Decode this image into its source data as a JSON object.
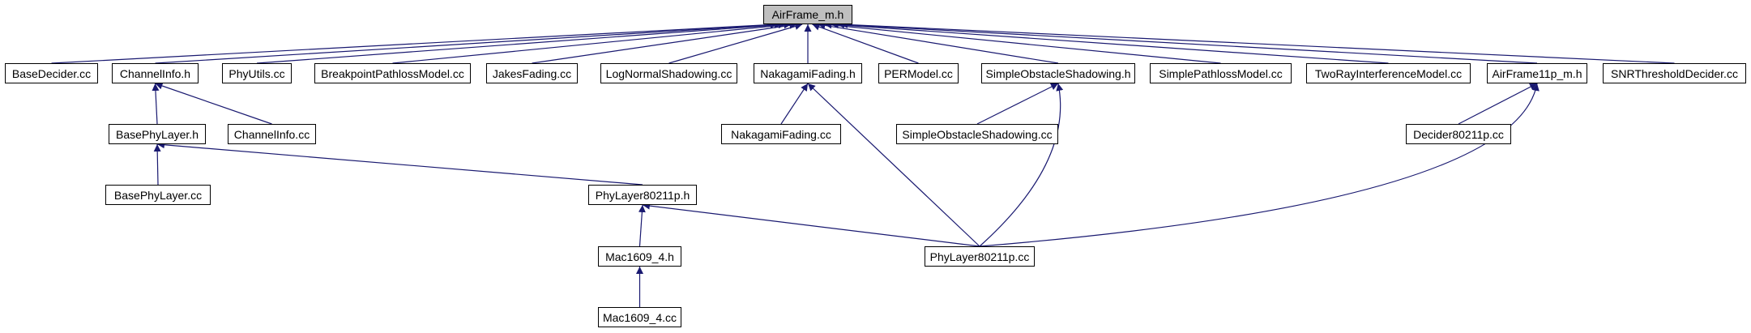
{
  "colors": {
    "edge": "#191970",
    "root_fill": "#bfbfbf",
    "node_fill": "#ffffff",
    "border": "#000000"
  },
  "nodes": [
    {
      "id": "airframe_m_h",
      "label": "AirFrame_m.h",
      "root": true
    },
    {
      "id": "basedecider_cc",
      "label": "BaseDecider.cc"
    },
    {
      "id": "channelinfo_h",
      "label": "ChannelInfo.h"
    },
    {
      "id": "phyutils_cc",
      "label": "PhyUtils.cc"
    },
    {
      "id": "breakpointpathlossmodel_cc",
      "label": "BreakpointPathlossModel.cc"
    },
    {
      "id": "jakesfading_cc",
      "label": "JakesFading.cc"
    },
    {
      "id": "lognormalshadowing_cc",
      "label": "LogNormalShadowing.cc"
    },
    {
      "id": "nakagamifading_h",
      "label": "NakagamiFading.h"
    },
    {
      "id": "permodel_cc",
      "label": "PERModel.cc"
    },
    {
      "id": "simpleobstacleshadowing_h",
      "label": "SimpleObstacleShadowing.h"
    },
    {
      "id": "simplepathlossmodel_cc",
      "label": "SimplePathlossModel.cc"
    },
    {
      "id": "tworayinterferencemodel_cc",
      "label": "TwoRayInterferenceModel.cc"
    },
    {
      "id": "airframe11p_m_h",
      "label": "AirFrame11p_m.h"
    },
    {
      "id": "snrthresholddecider_cc",
      "label": "SNRThresholdDecider.cc"
    },
    {
      "id": "basephylayer_h",
      "label": "BasePhyLayer.h"
    },
    {
      "id": "channelinfo_cc",
      "label": "ChannelInfo.cc"
    },
    {
      "id": "nakagamifading_cc",
      "label": "NakagamiFading.cc"
    },
    {
      "id": "simpleobstacleshadowing_cc",
      "label": "SimpleObstacleShadowing.cc"
    },
    {
      "id": "decider80211p_cc",
      "label": "Decider80211p.cc"
    },
    {
      "id": "basephylayer_cc",
      "label": "BasePhyLayer.cc"
    },
    {
      "id": "phylayer80211p_h",
      "label": "PhyLayer80211p.h"
    },
    {
      "id": "mac1609_4_h",
      "label": "Mac1609_4.h"
    },
    {
      "id": "phylayer80211p_cc",
      "label": "PhyLayer80211p.cc"
    },
    {
      "id": "mac1609_4_cc",
      "label": "Mac1609_4.cc"
    }
  ],
  "edges": [
    {
      "from": "basedecider_cc",
      "to": "airframe_m_h"
    },
    {
      "from": "channelinfo_h",
      "to": "airframe_m_h"
    },
    {
      "from": "phyutils_cc",
      "to": "airframe_m_h"
    },
    {
      "from": "breakpointpathlossmodel_cc",
      "to": "airframe_m_h"
    },
    {
      "from": "jakesfading_cc",
      "to": "airframe_m_h"
    },
    {
      "from": "lognormalshadowing_cc",
      "to": "airframe_m_h"
    },
    {
      "from": "nakagamifading_h",
      "to": "airframe_m_h"
    },
    {
      "from": "permodel_cc",
      "to": "airframe_m_h"
    },
    {
      "from": "simpleobstacleshadowing_h",
      "to": "airframe_m_h"
    },
    {
      "from": "simplepathlossmodel_cc",
      "to": "airframe_m_h"
    },
    {
      "from": "tworayinterferencemodel_cc",
      "to": "airframe_m_h"
    },
    {
      "from": "airframe11p_m_h",
      "to": "airframe_m_h"
    },
    {
      "from": "snrthresholddecider_cc",
      "to": "airframe_m_h"
    },
    {
      "from": "basephylayer_h",
      "to": "channelinfo_h"
    },
    {
      "from": "channelinfo_cc",
      "to": "channelinfo_h"
    },
    {
      "from": "nakagamifading_cc",
      "to": "nakagamifading_h"
    },
    {
      "from": "phylayer80211p_cc",
      "to": "nakagamifading_h"
    },
    {
      "from": "simpleobstacleshadowing_cc",
      "to": "simpleobstacleshadowing_h"
    },
    {
      "from": "phylayer80211p_cc",
      "to": "simpleobstacleshadowing_h"
    },
    {
      "from": "decider80211p_cc",
      "to": "airframe11p_m_h"
    },
    {
      "from": "phylayer80211p_cc",
      "to": "airframe11p_m_h"
    },
    {
      "from": "basephylayer_cc",
      "to": "basephylayer_h"
    },
    {
      "from": "phylayer80211p_h",
      "to": "basephylayer_h"
    },
    {
      "from": "mac1609_4_h",
      "to": "phylayer80211p_h"
    },
    {
      "from": "phylayer80211p_cc",
      "to": "phylayer80211p_h"
    },
    {
      "from": "mac1609_4_cc",
      "to": "mac1609_4_h"
    }
  ]
}
